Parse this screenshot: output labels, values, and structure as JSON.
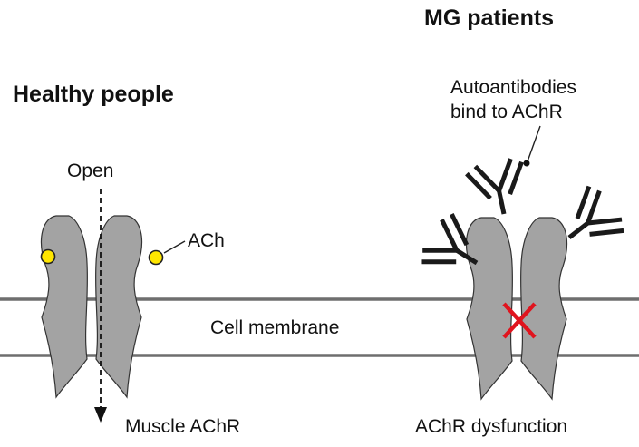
{
  "left_panel": {
    "title": "Healthy people",
    "open_label": "Open",
    "ligand_label": "ACh",
    "caption": "Muscle AChR"
  },
  "right_panel": {
    "title": "MG patients",
    "antibody_label_line1": "Autoantibodies",
    "antibody_label_line2": "bind to AChR",
    "caption": "AChR dysfunction"
  },
  "membrane_label": "Cell membrane",
  "colors": {
    "receptor": "#a3a3a3",
    "membrane": "#6e6e6e",
    "ach": "#ffe600",
    "antibody": "#1a1a1a",
    "cross": "#e0141e"
  }
}
